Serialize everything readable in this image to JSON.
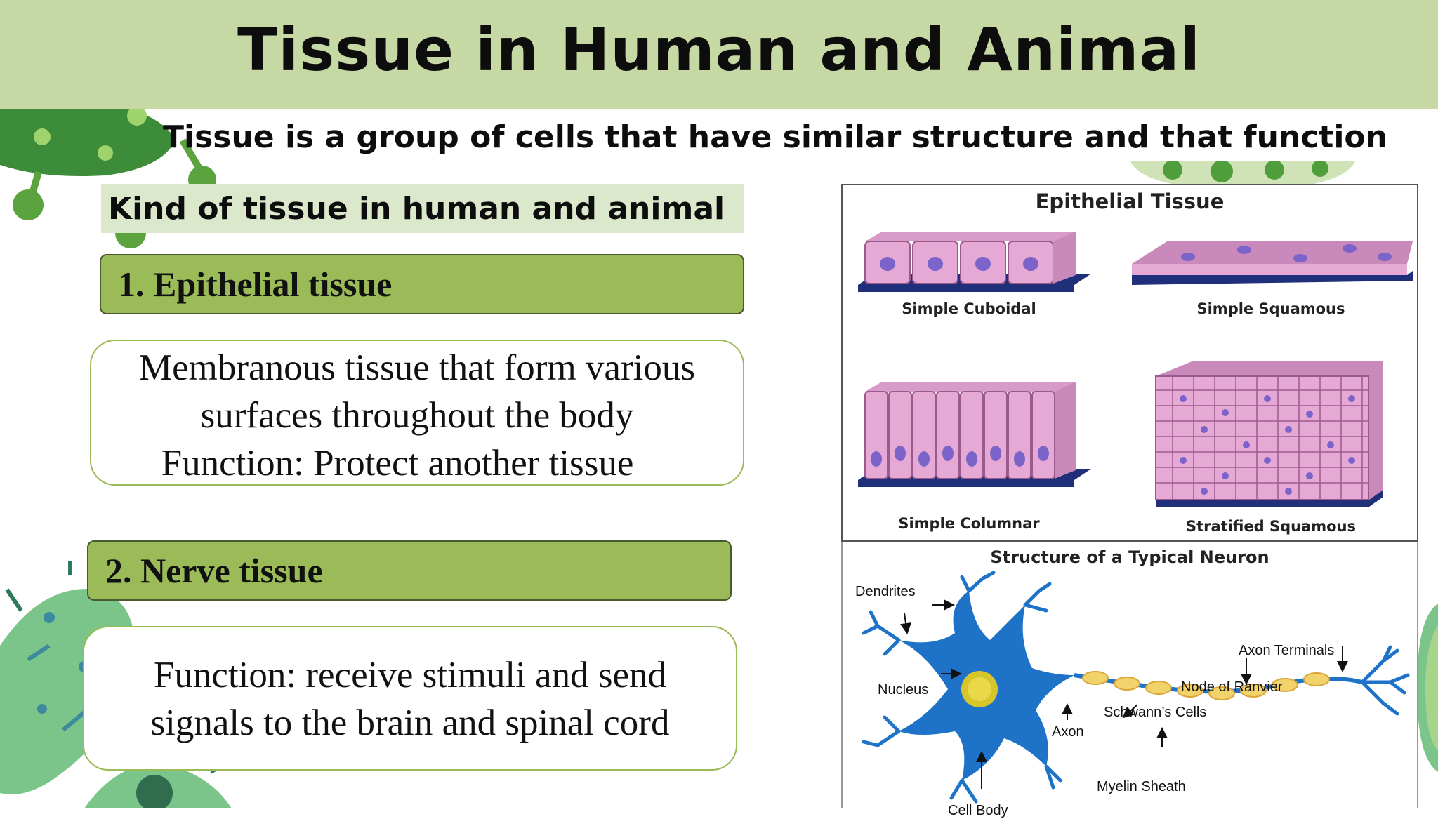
{
  "slide": {
    "title": "Tissue in Human and Animal",
    "definition": "Tissue is a group of cells that have similar structure and that function",
    "kinds_heading": "Kind of tissue in human and animal"
  },
  "sections": [
    {
      "heading": "1. Epithelial tissue",
      "lines": [
        "Membranous tissue that form various",
        "surfaces throughout the body",
        "Function: Protect another tissue"
      ]
    },
    {
      "heading": "2. Nerve tissue",
      "lines": [
        "Function: receive stimuli and send",
        "signals to the brain and spinal cord"
      ]
    }
  ],
  "epithelial_figure": {
    "title": "Epithelial Tissue",
    "labels": [
      "Simple Cuboidal",
      "Simple Squamous",
      "Simple Columnar",
      "Stratified Squamous"
    ]
  },
  "neuron_figure": {
    "title": "Structure of a Typical Neuron",
    "labels": {
      "dendrites": "Dendrites",
      "nucleus": "Nucleus",
      "axon": "Axon",
      "schwann": "Schwann’s Cells",
      "ranvier": "Node of Ranvier",
      "terminals": "Axon Terminals",
      "myelin": "Myelin Sheath",
      "cell_body": "Cell Body"
    }
  },
  "colors": {
    "title_band": "#c6d8a4",
    "bar_green": "#9bbb59",
    "kind_highlight": "#dce8cc",
    "tissue_pink": "#e6a9d6",
    "nucleus_purple": "#7b63c9",
    "basement_navy": "#1f2f7a",
    "neuron_blue": "#1e73c9",
    "myelin_yellow": "#f2d36b"
  }
}
